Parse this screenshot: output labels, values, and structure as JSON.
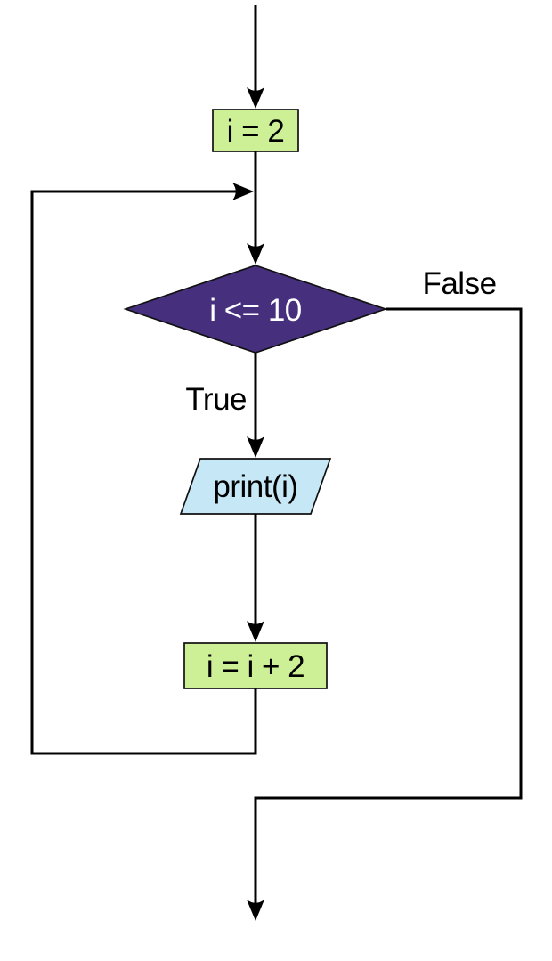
{
  "flowchart": {
    "nodes": {
      "init": {
        "label": "i = 2",
        "shape": "rectangle"
      },
      "condition": {
        "label": "i <= 10",
        "shape": "diamond"
      },
      "print": {
        "label": "print(i)",
        "shape": "parallelogram"
      },
      "increment": {
        "label": "i = i + 2",
        "shape": "rectangle"
      }
    },
    "branch_labels": {
      "true": "True",
      "false": "False"
    },
    "colors": {
      "process_fill": "#cdf096",
      "decision_fill": "#46307e",
      "decision_text": "#ffffff",
      "io_fill": "#c6e7f6",
      "line": "#000000",
      "text": "#000000",
      "background": "#ffffff"
    }
  }
}
